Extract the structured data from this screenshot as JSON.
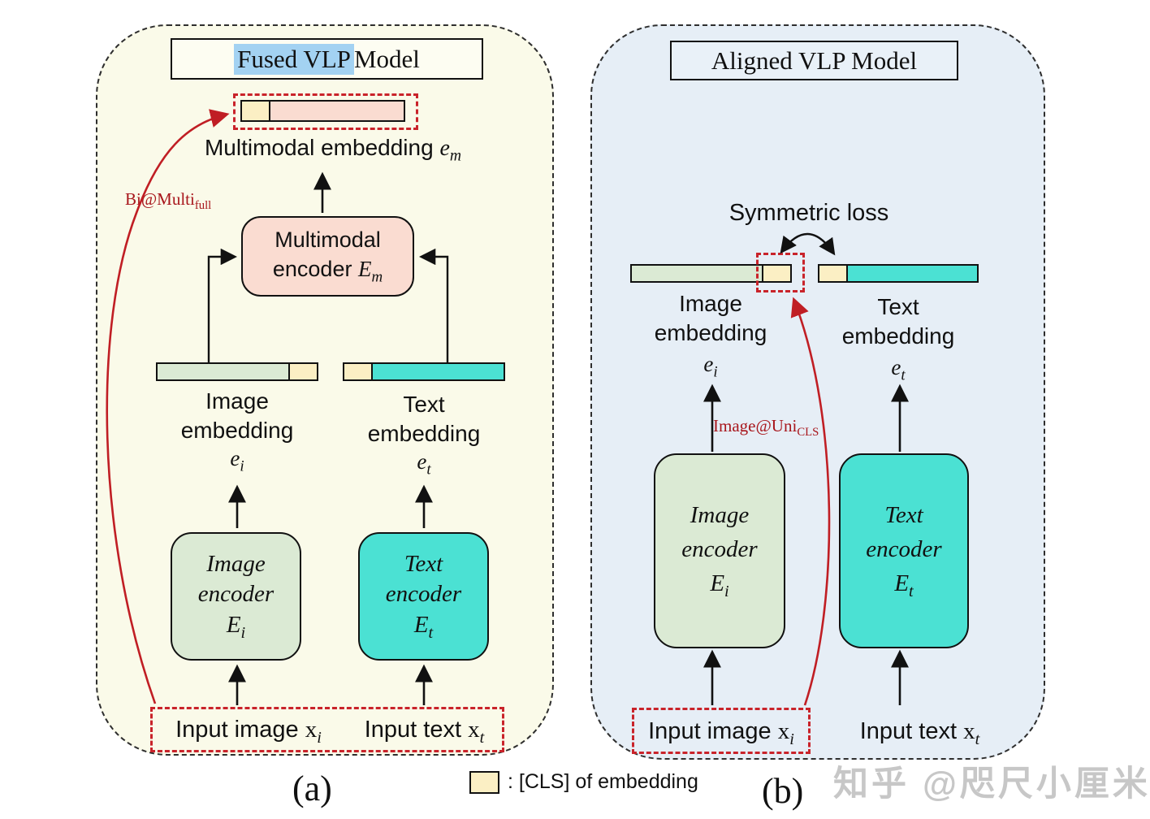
{
  "panel_a": {
    "title": {
      "highlight": "Fused VLP",
      "rest": " Model"
    },
    "multimodal_embedding": {
      "label": "Multimodal embedding",
      "sym": "e",
      "sub": "m"
    },
    "bi_multi": {
      "base": "Bi@Multi",
      "sub": "full"
    },
    "multimodal_encoder": {
      "line1": "Multimodal",
      "line2": "encoder",
      "sym": "E",
      "sub": "m"
    },
    "image_embedding": {
      "line1": "Image",
      "line2": "embedding",
      "sym": "e",
      "sub": "i"
    },
    "text_embedding": {
      "line1": "Text",
      "line2": "embedding",
      "sym": "e",
      "sub": "t"
    },
    "image_encoder": {
      "line1": "Image",
      "line2": "encoder",
      "sym": "E",
      "sub": "i"
    },
    "text_encoder": {
      "line1": "Text",
      "line2": "encoder",
      "sym": "E",
      "sub": "t"
    },
    "input_image": {
      "label": "Input image",
      "sym": "x",
      "sub": "i"
    },
    "input_text": {
      "label": "Input text",
      "sym": "x",
      "sub": "t"
    },
    "caption": "(a)"
  },
  "panel_b": {
    "title": "Aligned VLP Model",
    "symmetric_loss": "Symmetric loss",
    "image_uni": {
      "base": "Image@Uni",
      "sub": "CLS"
    },
    "image_embedding": {
      "line1": "Image",
      "line2": "embedding",
      "sym": "e",
      "sub": "i"
    },
    "text_embedding": {
      "line1": "Text",
      "line2": "embedding",
      "sym": "e",
      "sub": "t"
    },
    "image_encoder": {
      "line1": "Image",
      "line2": "encoder",
      "sym": "E",
      "sub": "i"
    },
    "text_encoder": {
      "line1": "Text",
      "line2": "encoder",
      "sym": "E",
      "sub": "t"
    },
    "input_image": {
      "label": "Input image",
      "sym": "x",
      "sub": "i"
    },
    "input_text": {
      "label": "Input text",
      "sym": "x",
      "sub": "t"
    },
    "caption": "(b)"
  },
  "legend": {
    "cls_label": ": [CLS] of embedding"
  },
  "watermark": "知乎 @咫尺小厘米",
  "colors": {
    "panel_a_bg": "#FAFAE9",
    "panel_b_bg": "#E6EEF6",
    "title_highlight": "#A3D2F2",
    "multimodal_pink": "#FADCD1",
    "image_green": "#DBEAD4",
    "text_teal": "#4BE1D3",
    "cls_yellow": "#FBEFC4",
    "red_accent": "#C9232A"
  }
}
